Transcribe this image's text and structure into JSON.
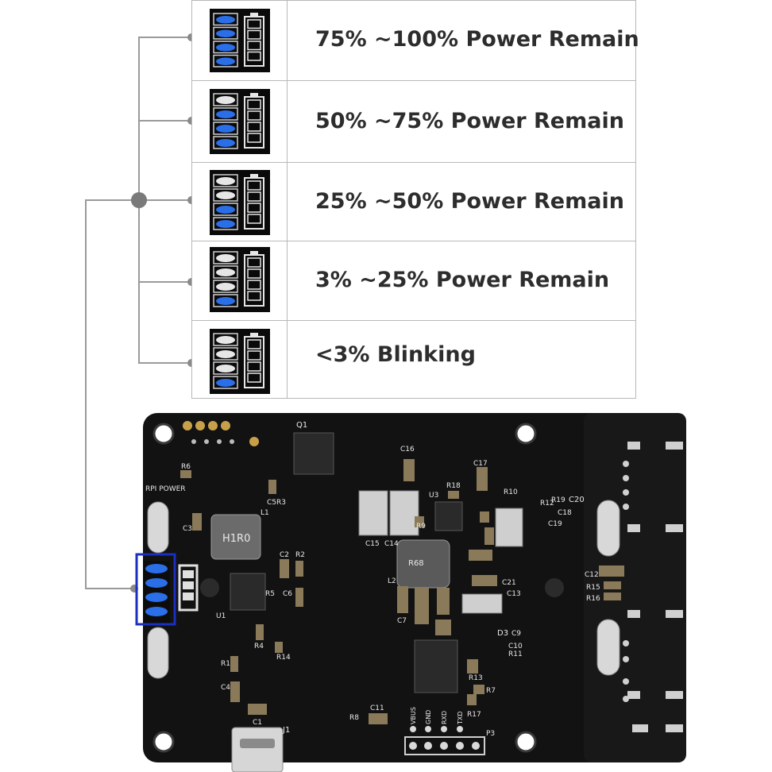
{
  "levels": [
    {
      "label": "75% ~100% Power Remain",
      "lit": 4,
      "blink": false
    },
    {
      "label": "50% ~75% Power Remain",
      "lit": 3,
      "blink": false
    },
    {
      "label": "25% ~50% Power Remain",
      "lit": 2,
      "blink": false
    },
    {
      "label": "3% ~25% Power Remain",
      "lit": 1,
      "blink": false
    },
    {
      "label": "<3% Blinking",
      "lit": 1,
      "blink": true
    }
  ],
  "board": {
    "silk": {
      "q1": "Q1",
      "rpi_power": "RPI POWER",
      "r6": "R6",
      "c5r3": "C5R3",
      "l1": "L1",
      "h1r0": "H1R0",
      "c3": "C3",
      "c2": "C2",
      "r2": "R2",
      "r5": "R5",
      "c6": "C6",
      "u1": "U1",
      "r4": "R4",
      "r14": "R14",
      "r1": "R1",
      "c4": "C4",
      "c1": "C1",
      "j1": "J1",
      "r8": "R8",
      "c11": "C11",
      "c16": "C16",
      "c17": "C17",
      "r18": "R18",
      "u3": "U3",
      "r10": "R10",
      "r9": "R9",
      "c15": "C15",
      "c14": "C14",
      "l2": "L2",
      "r68": "R68",
      "c7": "C7",
      "c21": "C21",
      "c13": "C13",
      "d3": "D3",
      "c9": "C9",
      "c10": "C10",
      "r11": "R11",
      "r12": "R12",
      "r19": "R19",
      "c18": "C18",
      "c19": "C19",
      "c20": "C20",
      "c12": "C12",
      "r15": "R15",
      "r16": "R16",
      "r13": "R13",
      "r7": "R7",
      "r17": "R17",
      "p3": "P3",
      "vbus": "VBUS",
      "gnd": "GND",
      "rxd": "RXD",
      "txd": "TXD"
    }
  },
  "colors": {
    "led_on": "#2a6ee8",
    "led_off": "#e6e6e6",
    "board": "#121212",
    "highlight": "#1a2fbf"
  }
}
